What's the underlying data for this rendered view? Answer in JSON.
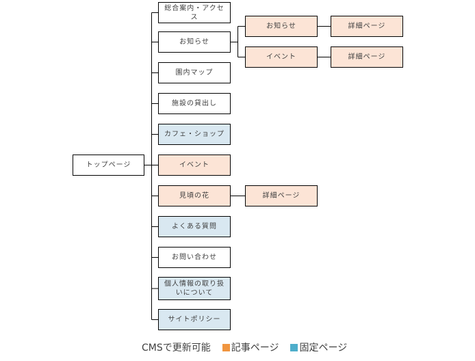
{
  "diagram": {
    "root": {
      "label": "トップページ",
      "type": "plain"
    },
    "children": [
      {
        "label": "総合案内・アクセス",
        "type": "plain"
      },
      {
        "label": "お知らせ",
        "type": "plain"
      },
      {
        "label": "園内マップ",
        "type": "plain"
      },
      {
        "label": "施設の貸出し",
        "type": "plain"
      },
      {
        "label": "カフェ・ショップ",
        "type": "fixed"
      },
      {
        "label": "イベント",
        "type": "article"
      },
      {
        "label": "見頃の花",
        "type": "article"
      },
      {
        "label": "よくある質問",
        "type": "fixed"
      },
      {
        "label": "お問い合わせ",
        "type": "plain"
      },
      {
        "label": "個人情報の取り扱いについて",
        "type": "fixed"
      },
      {
        "label": "サイトポリシー",
        "type": "fixed"
      }
    ],
    "news_branch": [
      {
        "label": "お知らせ",
        "type": "article",
        "detail": {
          "label": "詳細ページ",
          "type": "article"
        }
      },
      {
        "label": "イベント",
        "type": "article",
        "detail": {
          "label": "詳細ページ",
          "type": "article"
        }
      }
    ],
    "flower_detail": {
      "label": "詳細ページ",
      "type": "article"
    }
  },
  "legend": {
    "title": "CMSで更新可能",
    "items": [
      {
        "label": "記事ページ",
        "color": "#f0953f"
      },
      {
        "label": "固定ページ",
        "color": "#4eaecb"
      }
    ]
  },
  "colors": {
    "article_fill": "#fce4d6",
    "fixed_fill": "#d9e8f1",
    "line": "#000000"
  }
}
